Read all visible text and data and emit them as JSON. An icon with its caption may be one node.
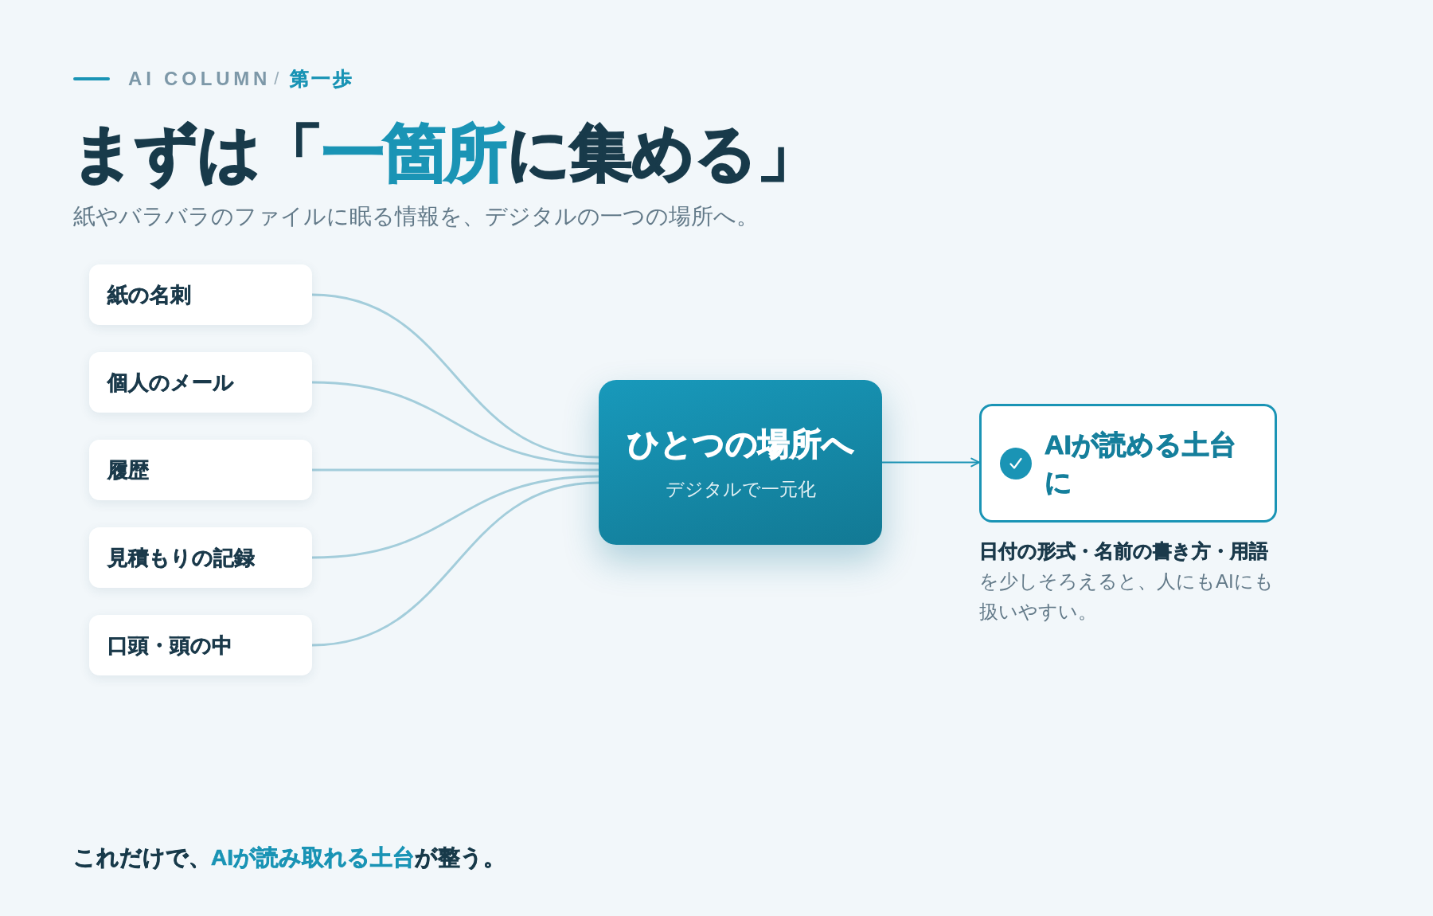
{
  "diagram": {
    "title": "まずは「**一箇所**に集める」",
    "caption": "これだけで、**AIが読み取れる土台**が整う。",
    "nodes": [
      {
        "text": [
          "紙の名刺"
        ]
      },
      {
        "text": [
          "個人のメール"
        ]
      },
      {
        "text": [
          "履歴"
        ]
      },
      {
        "text": [
          "見積もりの記録"
        ]
      },
      {
        "text": [
          "口頭・頭の中"
        ]
      },
      {
        "text": [
          "ひとつの場所へ",
          "デジタルで一元化"
        ]
      },
      {
        "text": [
          "AIが読める土台に"
        ],
        "beside": [
          "**日付の形式・名前の書き方・用語**を少しそろえると、人にもAIにも扱いやすい。"
        ]
      }
    ],
    "edges": [
      {
        "from": 0,
        "to": 5,
        "arrow": "none"
      },
      {
        "from": 1,
        "to": 5,
        "arrow": "none"
      },
      {
        "from": 2,
        "to": 5,
        "arrow": "none"
      },
      {
        "from": 3,
        "to": 5,
        "arrow": "none"
      },
      {
        "from": 4,
        "to": 5,
        "arrow": "none"
      },
      {
        "from": 5,
        "to": 6,
        "arrow": "to",
        "color": "#1a94b5"
      }
    ],
    "labels": [
      "AI COLUMN",
      "/",
      "第一歩",
      "紙やバラバラのファイルに眠る情報を、デジタルの一つの場所へ。"
    ]
  }
}
